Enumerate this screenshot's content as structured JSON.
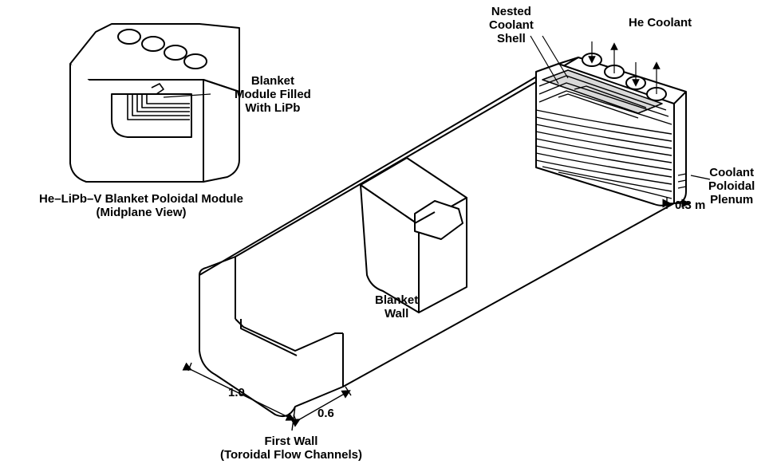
{
  "labels": {
    "blanket_module": [
      "Blanket",
      "Module Filled",
      "With LiPb"
    ],
    "module_title": [
      "He–LiPb–V Blanket Poloidal Module",
      "(Midplane View)"
    ],
    "nested_shell": [
      "Nested",
      "Coolant",
      "Shell"
    ],
    "he_coolant": "He Coolant",
    "plenum": [
      "Coolant",
      "Poloidal",
      "Plenum"
    ],
    "dim_03": "0.3 m",
    "blanket_wall": [
      "Blanket",
      "Wall"
    ],
    "dim_10": "1.0",
    "dim_06": "0.6",
    "first_wall": [
      "First Wall",
      "(Toroidal Flow Channels)"
    ]
  },
  "colors": {
    "line": "#000000",
    "fill": "#ffffff",
    "shade": "#d9d9d9"
  }
}
